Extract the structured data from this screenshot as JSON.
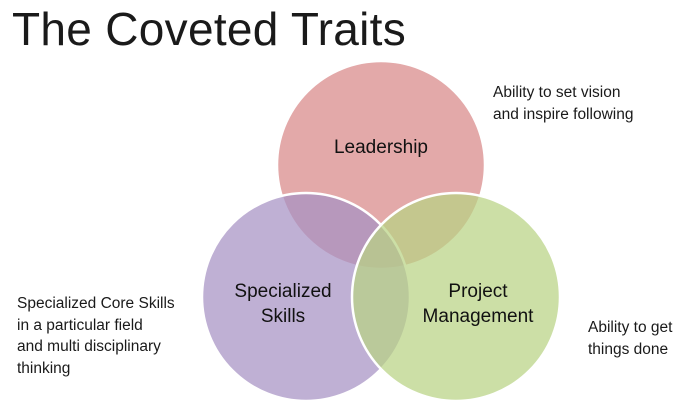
{
  "title": "The Coveted Traits",
  "circles": {
    "leadership": {
      "label": "Leadership",
      "color": "#d98c8c"
    },
    "specialized": {
      "label_lines": [
        "Specialized",
        "Skills"
      ],
      "color": "#a691c4"
    },
    "project": {
      "label_lines": [
        "Project",
        "Management"
      ],
      "color": "#b9d384"
    }
  },
  "notes": {
    "leadership": "Ability to set vision\nand inspire following",
    "specialized": "Specialized Core Skills\nin a particular field\nand multi disciplinary\nthinking",
    "project": "Ability to get\nthings done"
  }
}
